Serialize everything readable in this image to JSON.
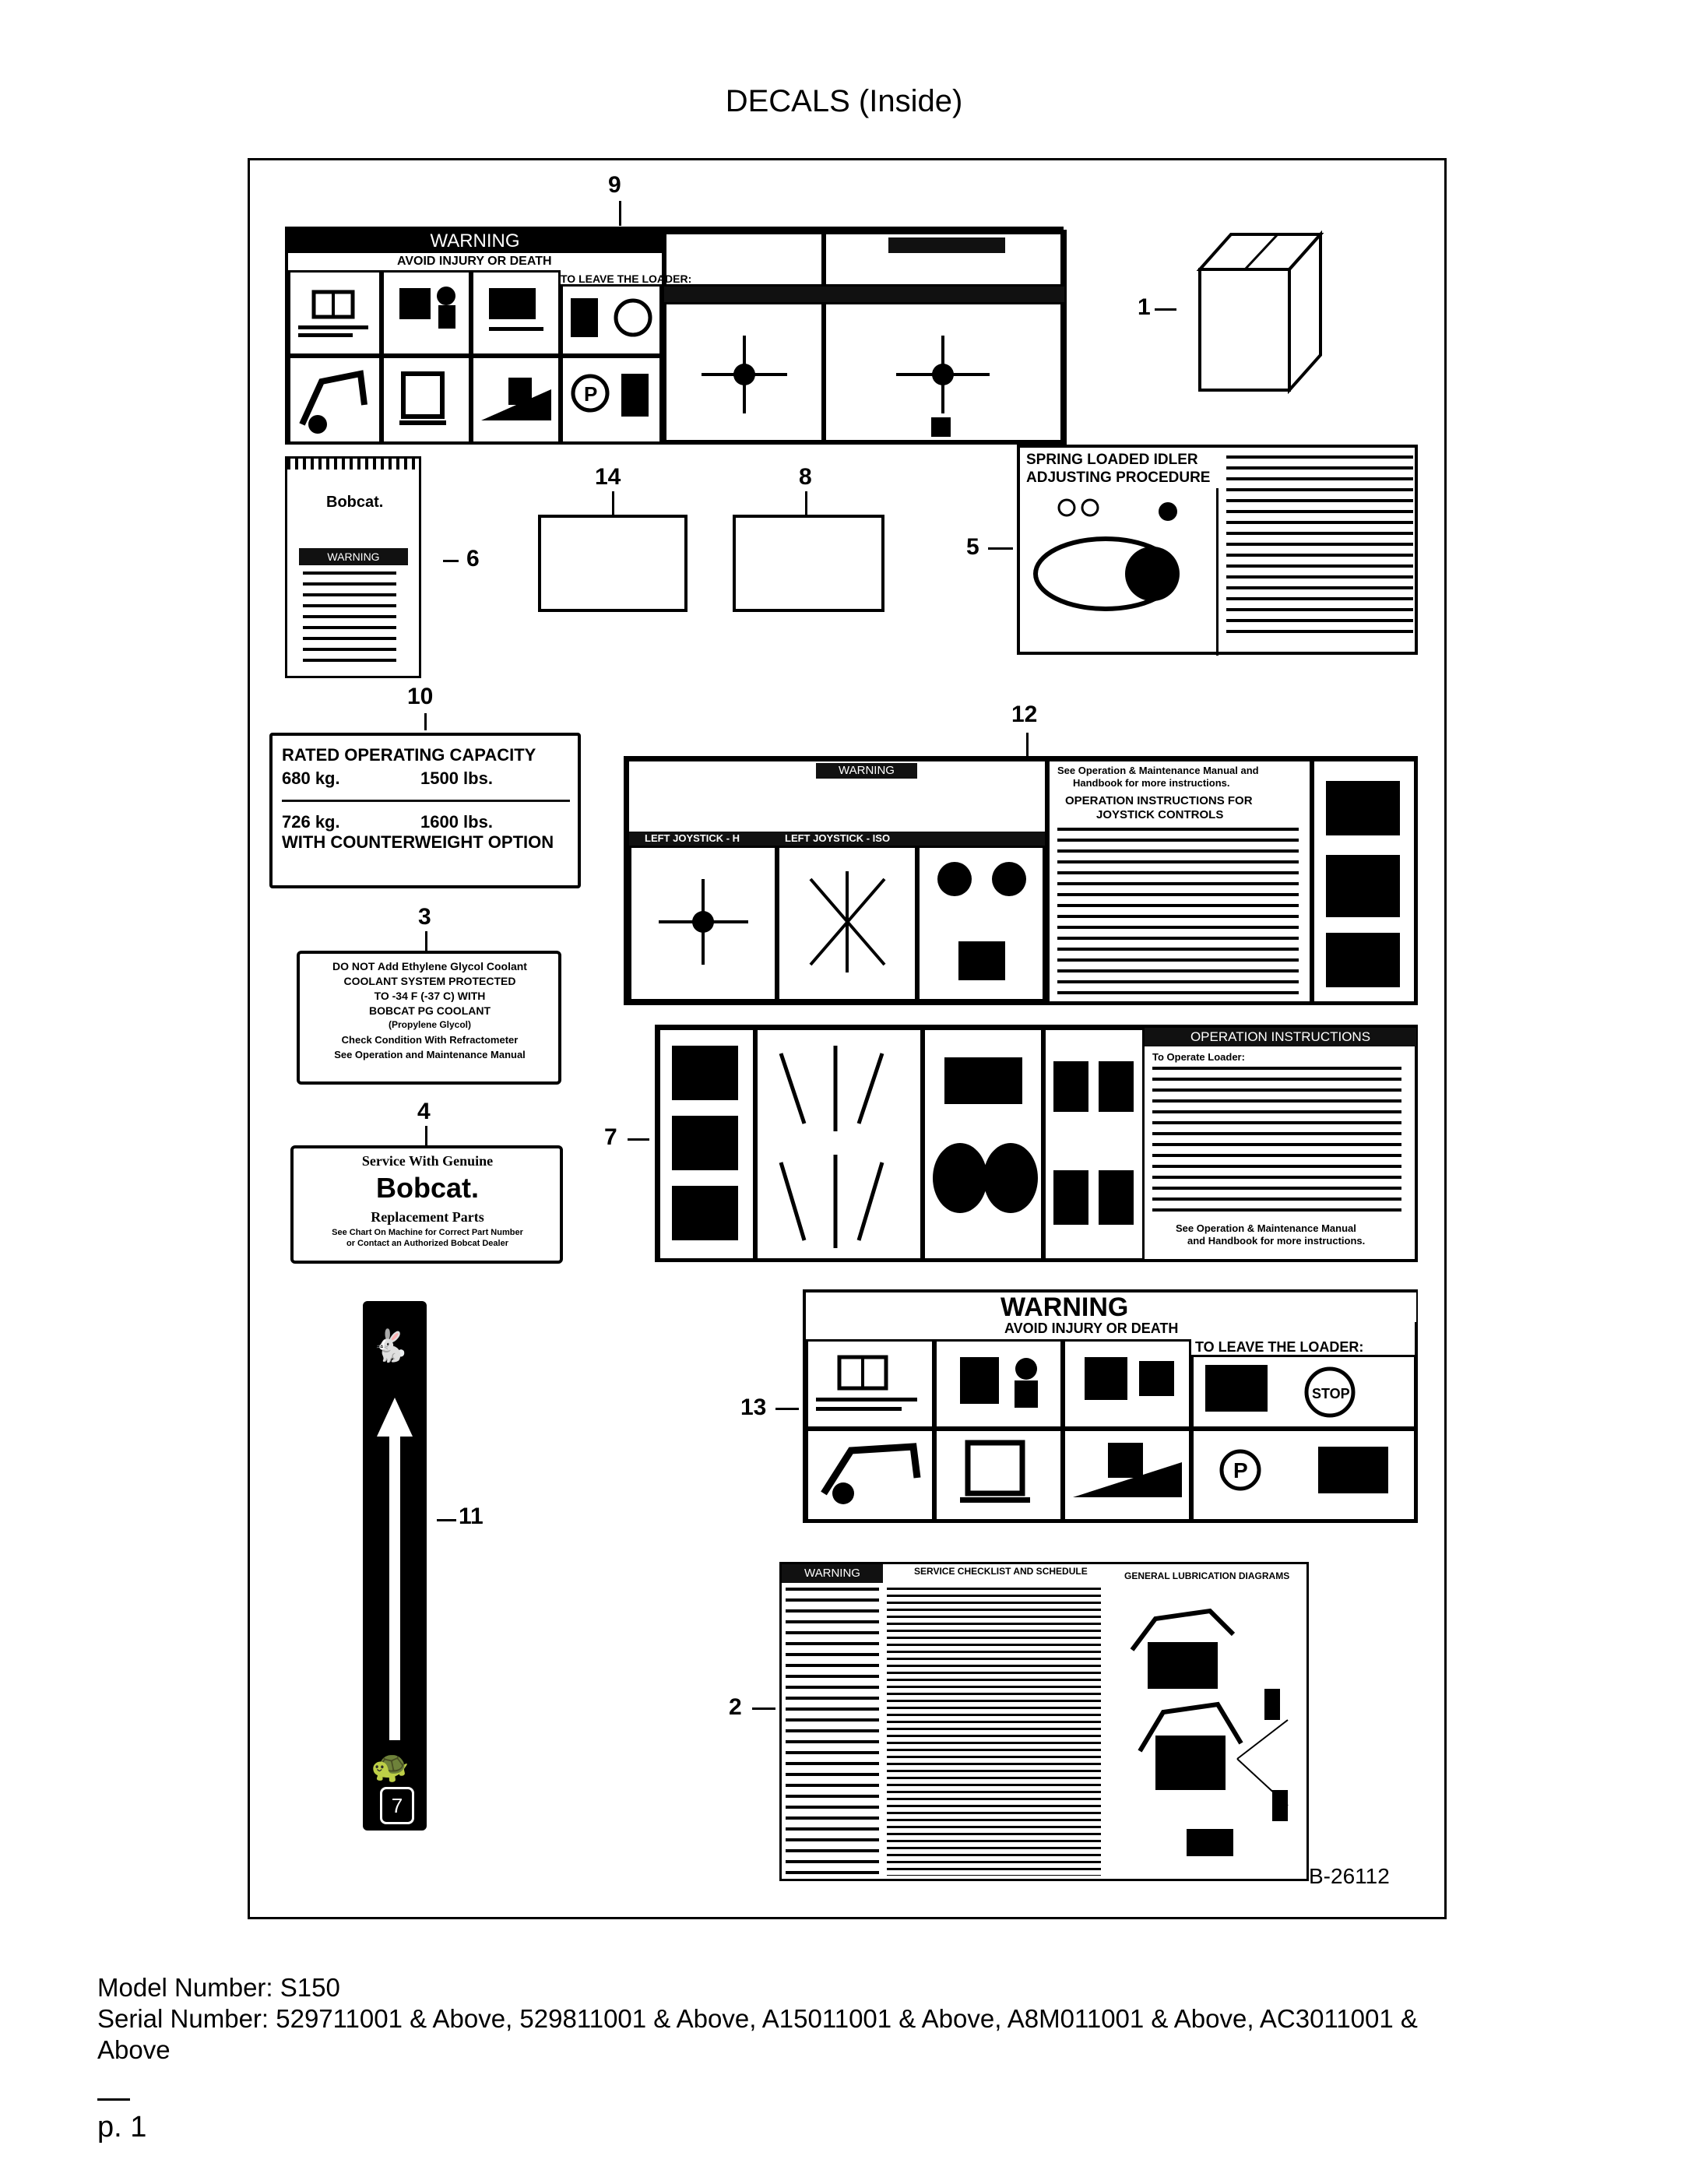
{
  "title": "DECALS (Inside)",
  "callouts": [
    "1",
    "2",
    "3",
    "4",
    "5",
    "6",
    "7",
    "8",
    "9",
    "10",
    "11",
    "12",
    "13",
    "14"
  ],
  "decals": {
    "d9": {
      "heading": "WARNING",
      "sub": "AVOID INJURY OR DEATH",
      "leave": "TO LEAVE THE LOADER:"
    },
    "d5": {
      "line1": "SPRING LOADED IDLER",
      "line2": "ADJUSTING PROCEDURE"
    },
    "d10": {
      "line1": "RATED OPERATING CAPACITY",
      "kg1": "680 kg.",
      "lbs1": "1500 lbs.",
      "kg2": "726 kg.",
      "lbs2": "1600 lbs.",
      "line4": "WITH COUNTERWEIGHT OPTION"
    },
    "d3": {
      "l1": "DO NOT Add Ethylene Glycol Coolant",
      "l2": "COOLANT SYSTEM PROTECTED",
      "l3": "TO -34 F (-37 C) WITH",
      "l4": "BOBCAT PG COOLANT",
      "l5": "(Propylene Glycol)",
      "l6": "Check Condition With Refractometer",
      "l7": "See Operation and Maintenance Manual"
    },
    "d4": {
      "l1": "Service With Genuine",
      "l2": "Bobcat.",
      "l3": "Replacement Parts",
      "l4": "See Chart On Machine for Correct Part Number",
      "l5": "or Contact an Authorized Bobcat Dealer"
    },
    "d12": {
      "warning": "WARNING",
      "manual1": "See Operation & Maintenance Manual and",
      "manual2": "Handbook for more instructions.",
      "op1": "OPERATION INSTRUCTIONS FOR",
      "op2": "JOYSTICK CONTROLS",
      "lift": "LEFT JOYSTICK - H",
      "lift2": "LEFT JOYSTICK - ISO"
    },
    "d7": {
      "op": "OPERATION INSTRUCTIONS",
      "to": "To Operate Loader:",
      "see1": "See Operation & Maintenance Manual",
      "see2": "and Handbook for more instructions."
    },
    "d13": {
      "heading": "WARNING",
      "sub": "AVOID INJURY OR DEATH",
      "leave": "TO LEAVE THE LOADER:"
    },
    "d2": {
      "heading": "WARNING",
      "svc": "SERVICE CHECKLIST AND SCHEDULE",
      "lube": "GENERAL LUBRICATION DIAGRAMS"
    },
    "d6": {
      "brand": "Bobcat.",
      "warn": "WARNING"
    }
  },
  "figure_ref": "B-26112",
  "footer": {
    "model": "Model Number: S150",
    "serial": "Serial Number: 529711001 & Above, 529811001 & Above, A15011001 & Above, A8M011001 & Above, AC3011001 &",
    "serial_cont": "Above",
    "page": "p. 1"
  },
  "icons": [
    "book-icon",
    "operator-icon",
    "loader-icon",
    "stop-icon",
    "parking-brake-icon",
    "rabbit-icon",
    "turtle-icon",
    "arrow-up-icon",
    "throttle-icon",
    "box-icon",
    "joystick-icon",
    "belt-idler-icon"
  ]
}
